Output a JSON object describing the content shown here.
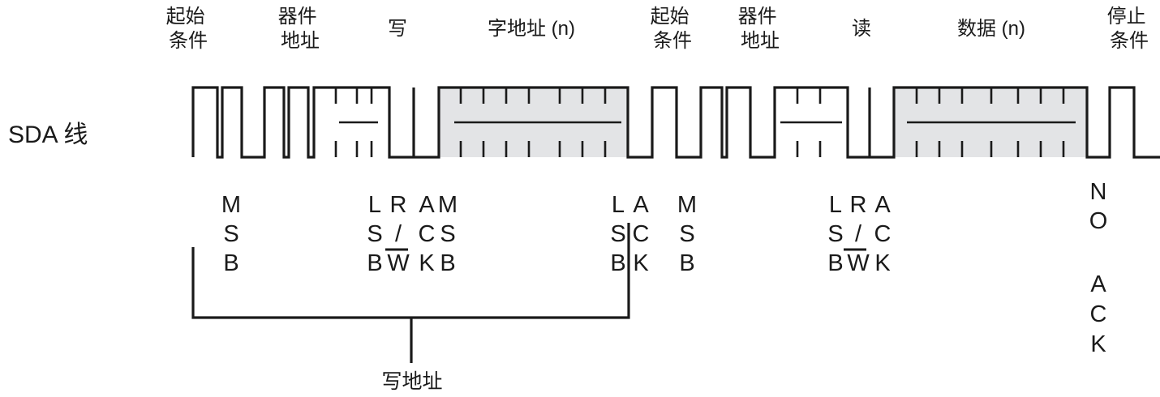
{
  "colors": {
    "line": "#1a1a1a",
    "shaded": "#e3e4e6",
    "background": "#ffffff"
  },
  "signal_label": "SDA 线",
  "headers": [
    {
      "key": "start1",
      "lines": [
        "起始",
        "条件"
      ]
    },
    {
      "key": "device1",
      "lines": [
        "器件",
        "地址"
      ]
    },
    {
      "key": "write",
      "lines": [
        "写"
      ]
    },
    {
      "key": "word-address",
      "lines": [
        "字地址 (n)"
      ]
    },
    {
      "key": "start2",
      "lines": [
        "起始",
        "条件"
      ]
    },
    {
      "key": "device2",
      "lines": [
        "器件",
        "地址"
      ]
    },
    {
      "key": "read",
      "lines": [
        "读"
      ]
    },
    {
      "key": "data",
      "lines": [
        "数据 (n)"
      ]
    },
    {
      "key": "stop",
      "lines": [
        "停止",
        "条件"
      ]
    }
  ],
  "bit_labels": [
    {
      "key": "msb1",
      "text": "MSB"
    },
    {
      "key": "lsb1",
      "text": "LSB"
    },
    {
      "key": "rw1",
      "text": "R/W"
    },
    {
      "key": "ack1",
      "text": "ACK"
    },
    {
      "key": "msb-ack",
      "text": "MSB"
    },
    {
      "key": "lsb-word",
      "text": "LSB"
    },
    {
      "key": "ack-word",
      "text": "ACK"
    },
    {
      "key": "msb2",
      "text": "MSB"
    },
    {
      "key": "lsb2",
      "text": "LSB"
    },
    {
      "key": "rw2",
      "text": "R/W"
    },
    {
      "key": "ack2",
      "text": "ACK"
    },
    {
      "key": "no-ack",
      "text": "NO ACK"
    }
  ],
  "bracket_label": "写地址"
}
